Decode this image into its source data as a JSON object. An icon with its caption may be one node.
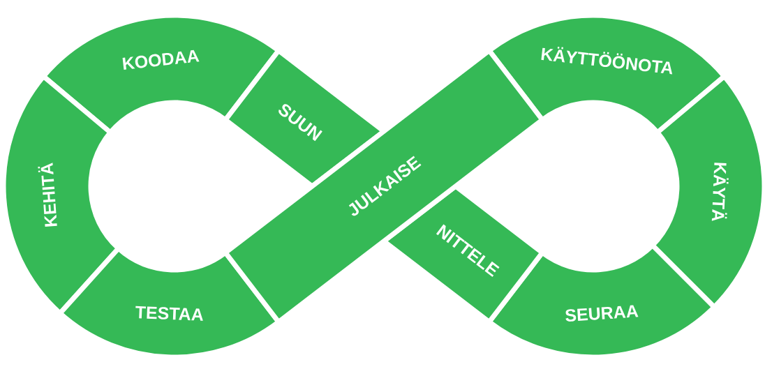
{
  "diagram": {
    "nodes": [
      {
        "text": [
          "KOODAA"
        ]
      },
      {
        "text": [
          "SUUN"
        ]
      },
      {
        "text": [
          "KÄYTTÖÖNOTA"
        ]
      },
      {
        "text": [
          "KEHITÄ"
        ]
      },
      {
        "text": [
          "JULKAISE"
        ]
      },
      {
        "text": [
          "KÄYTÄ"
        ]
      },
      {
        "text": [
          "NITTELE"
        ]
      },
      {
        "text": [
          "TESTAA"
        ]
      },
      {
        "text": [
          "SEURAA"
        ]
      }
    ]
  }
}
